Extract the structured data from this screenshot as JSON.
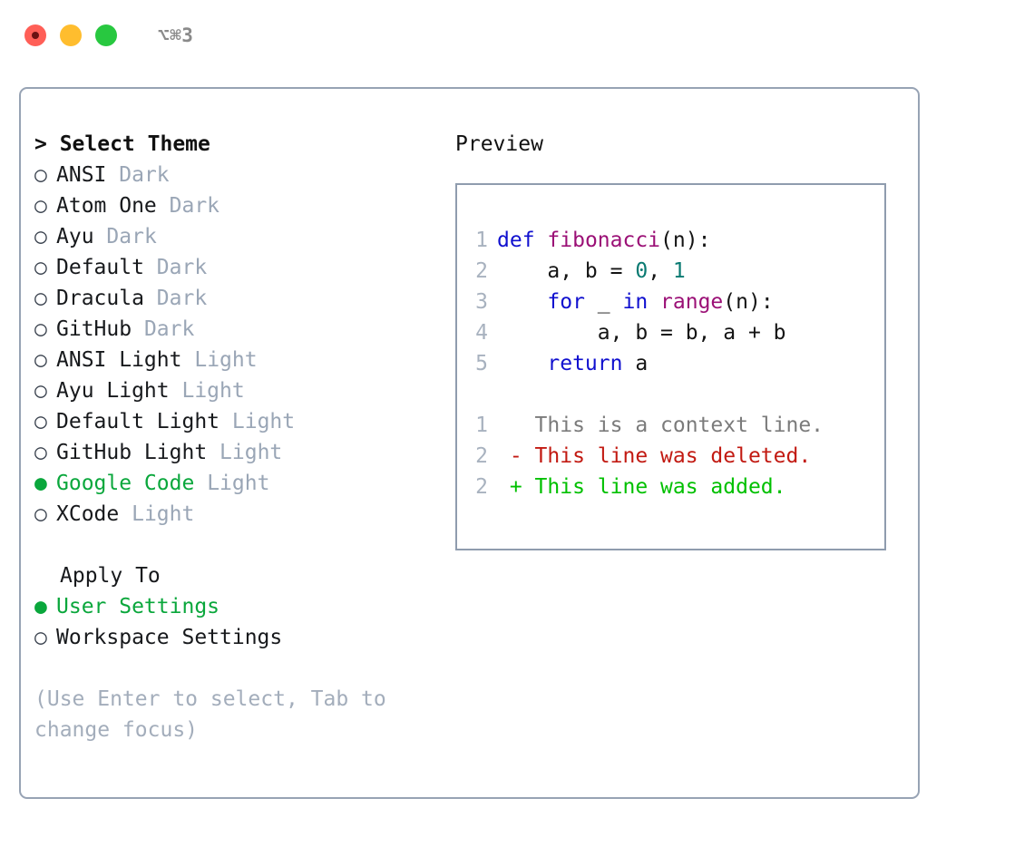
{
  "window": {
    "shortcut_label": "⌥⌘3",
    "traffic_lights": [
      "close-dot",
      "minimize-dot",
      "zoom-dot"
    ]
  },
  "theme_panel": {
    "header": "> Select Theme",
    "items": [
      {
        "marker": "○",
        "name": "ANSI",
        "tag": "Dark",
        "selected": false
      },
      {
        "marker": "○",
        "name": "Atom One",
        "tag": "Dark",
        "selected": false
      },
      {
        "marker": "○",
        "name": "Ayu",
        "tag": "Dark",
        "selected": false
      },
      {
        "marker": "○",
        "name": "Default",
        "tag": "Dark",
        "selected": false
      },
      {
        "marker": "○",
        "name": "Dracula",
        "tag": "Dark",
        "selected": false
      },
      {
        "marker": "○",
        "name": "GitHub",
        "tag": "Dark",
        "selected": false
      },
      {
        "marker": "○",
        "name": "ANSI Light",
        "tag": "Light",
        "selected": false
      },
      {
        "marker": "○",
        "name": "Ayu Light",
        "tag": "Light",
        "selected": false
      },
      {
        "marker": "○",
        "name": "Default Light",
        "tag": "Light",
        "selected": false
      },
      {
        "marker": "○",
        "name": "GitHub Light",
        "tag": "Light",
        "selected": false
      },
      {
        "marker": "●",
        "name": "Google Code",
        "tag": "Light",
        "selected": true
      },
      {
        "marker": "○",
        "name": "XCode",
        "tag": "Light",
        "selected": false
      }
    ]
  },
  "apply_to": {
    "header": "Apply To",
    "items": [
      {
        "marker": "●",
        "name": "User Settings",
        "selected": true
      },
      {
        "marker": "○",
        "name": "Workspace Settings",
        "selected": false
      }
    ]
  },
  "hint": "(Use Enter to select, Tab to change focus)",
  "preview": {
    "header": "Preview",
    "code_lines": [
      {
        "num": "1",
        "tokens": [
          {
            "t": "def",
            "c": "kw"
          },
          {
            "t": " ",
            "c": "pl"
          },
          {
            "t": "fibonacci",
            "c": "fn"
          },
          {
            "t": "(n):",
            "c": "pl"
          }
        ]
      },
      {
        "num": "2",
        "tokens": [
          {
            "t": "    a, b = ",
            "c": "pl"
          },
          {
            "t": "0",
            "c": "num"
          },
          {
            "t": ", ",
            "c": "pl"
          },
          {
            "t": "1",
            "c": "num"
          }
        ]
      },
      {
        "num": "3",
        "tokens": [
          {
            "t": "    ",
            "c": "pl"
          },
          {
            "t": "for",
            "c": "kw"
          },
          {
            "t": " _ ",
            "c": "pl"
          },
          {
            "t": "in",
            "c": "kw"
          },
          {
            "t": " ",
            "c": "pl"
          },
          {
            "t": "range",
            "c": "fn"
          },
          {
            "t": "(n):",
            "c": "pl"
          }
        ]
      },
      {
        "num": "4",
        "tokens": [
          {
            "t": "        a, b = b, a + b",
            "c": "pl"
          }
        ]
      },
      {
        "num": "5",
        "tokens": [
          {
            "t": "    ",
            "c": "pl"
          },
          {
            "t": "return",
            "c": "kw"
          },
          {
            "t": " a",
            "c": "pl"
          }
        ]
      }
    ],
    "diff_lines": [
      {
        "num": "1",
        "sign": " ",
        "text": "This is a context line.",
        "kind": "ctx"
      },
      {
        "num": "2",
        "sign": "-",
        "text": "This line was deleted.",
        "kind": "del"
      },
      {
        "num": "2",
        "sign": "+",
        "text": "This line was added.",
        "kind": "add"
      }
    ]
  },
  "colors": {
    "accent_green": "#0aa73c",
    "tag_gray": "#9aa6b6",
    "border": "#97a3b4",
    "keyword": "#1010cf",
    "function": "#9b1076",
    "number": "#0a7a72",
    "diff_delete": "#c21a12",
    "diff_add": "#00c000"
  }
}
